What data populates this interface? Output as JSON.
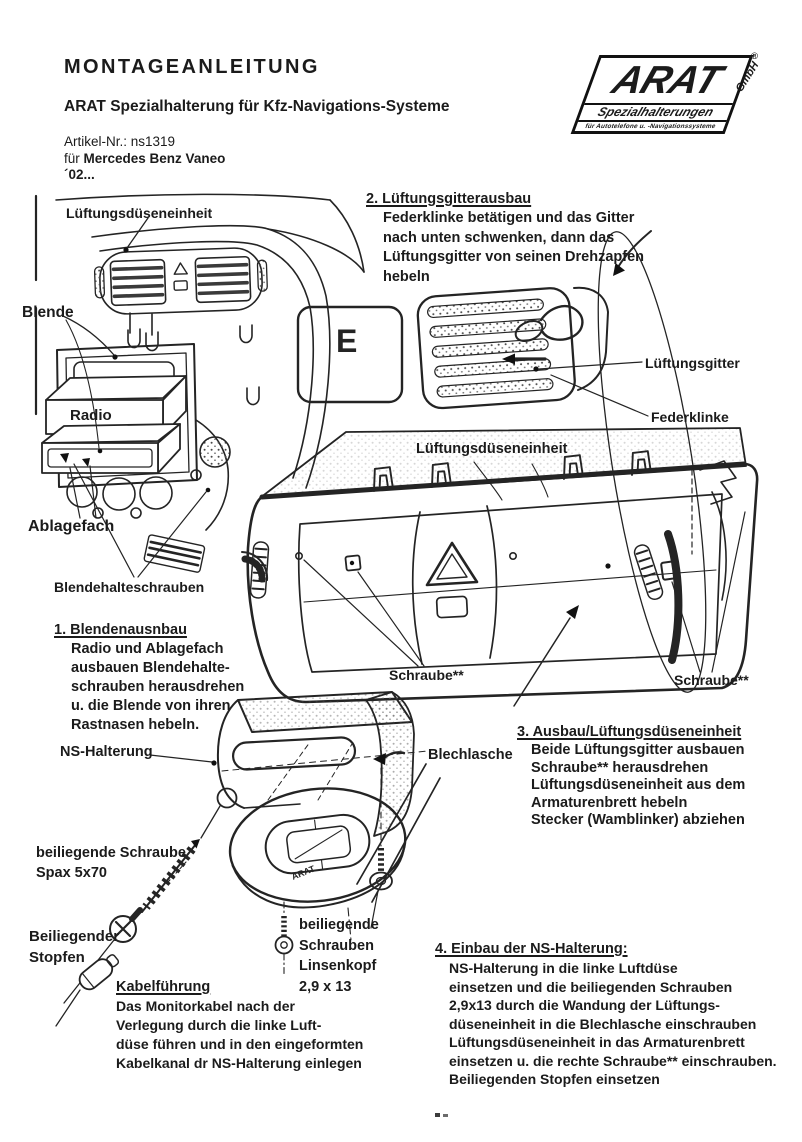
{
  "colors": {
    "ink": "#1b1b1b",
    "paper": "#ffffff"
  },
  "header": {
    "title": "MONTAGEANLEITUNG",
    "subtitle": "ARAT Spezialhalterung für Kfz-Navigations-Systeme",
    "article_no": "Artikel-Nr.: ns1319",
    "for_prefix": "für ",
    "vehicle": "Mercedes Benz Vaneo",
    "model_year": "´02..."
  },
  "logo": {
    "brand": "ARAT",
    "reg": "®",
    "gmbh": "GmbH",
    "tagline": "Spezialhalterungen",
    "subline": "für Autotelefone u. -Navigationssysteme"
  },
  "callouts": {
    "vent_unit_top": "Lüftungsdüseneinheit",
    "blende": "Blende",
    "radio": "Radio",
    "ablagefach": "Ablagefach",
    "blendehalteschrauben": "Blendehalteschrauben",
    "lueftungsgitter": "Lüftungsgitter",
    "federklinke": "Federklinke",
    "vent_unit_mid": "Lüftungsdüseneinheit",
    "schraube_left": "Schraube**",
    "schraube_right": "Schraube**",
    "ns_halterung": "NS-Halterung",
    "blechlasche": "Blechlasche",
    "spax_line1": "beiliegende Schraube",
    "spax_line2": "Spax 5x70",
    "stopfen_line1": "Beiliegender",
    "stopfen_line2": "Stopfen",
    "linsenkopf_line1": "beiliegende",
    "linsenkopf_line2": "Schrauben",
    "linsenkopf_line3": "Linsenkopf",
    "linsenkopf_line4": "2,9 x 13",
    "cluster_letter": "E",
    "embossed_brand": "ARAT"
  },
  "sections": {
    "step1": {
      "heading": "1. Blendenausnbau",
      "lines": [
        "Radio und Ablagefach",
        "ausbauen Blendehalte-",
        "schrauben herausdrehen",
        "u. die Blende von ihren",
        "Rastnasen hebeln."
      ]
    },
    "step2": {
      "heading": "2. Lüftungsgitterausbau",
      "lines": [
        "Federklinke betätigen und das Gitter",
        "nach unten schwenken, dann das",
        "Lüftungsgitter von seinen Drehzapfen",
        "hebeln"
      ]
    },
    "step3": {
      "heading": "3. Ausbau/Lüftungsdüseneinheit",
      "lines": [
        "Beide Lüftungsgitter ausbauen",
        "Schraube** herausdrehen",
        "Lüftungsdüseneinheit aus dem",
        "Armaturenbrett hebeln",
        "Stecker (Wamblinker) abziehen"
      ]
    },
    "step4": {
      "heading": "4. Einbau der NS-Halterung:",
      "lines": [
        "NS-Halterung in die linke Luftdüse",
        "einsetzen und die beiliegenden Schrauben",
        "2,9x13 durch die Wandung der Lüftungs-",
        "düseneinheit in die Blechlasche einschrauben",
        "Lüftungsdüseneinheit in das Armaturenbrett",
        "einsetzen u. die rechte Schraube** einschrauben.",
        "Beiliegenden Stopfen einsetzen"
      ]
    },
    "kabel": {
      "heading": "Kabelführung",
      "lines": [
        "Das Monitorkabel nach der",
        "Verlegung durch die linke Luft-",
        "düse führen und in den eingeformten",
        "Kabelkanal dr NS-Halterung einlegen"
      ]
    }
  }
}
